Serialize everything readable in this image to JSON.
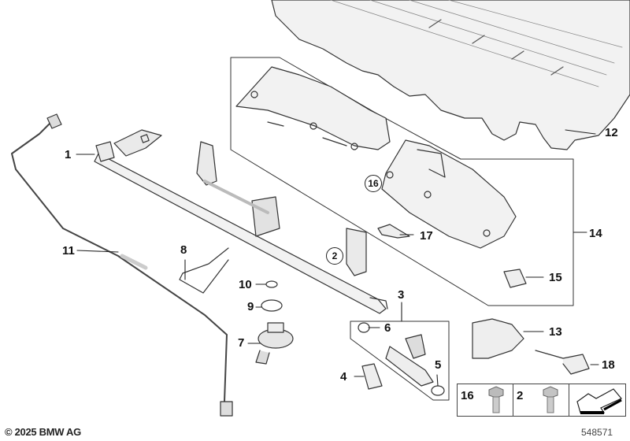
{
  "diagram": {
    "title": "Fuel injection rail / injector assembly exploded parts diagram",
    "callouts": [
      {
        "id": "1",
        "label": "1",
        "part": "fuel rail"
      },
      {
        "id": "2",
        "label": "2",
        "part": "screw",
        "circled": true
      },
      {
        "id": "3",
        "label": "3",
        "part": "injector set"
      },
      {
        "id": "4",
        "label": "4",
        "part": "clamp"
      },
      {
        "id": "5",
        "label": "5",
        "part": "o-ring lower"
      },
      {
        "id": "6",
        "label": "6",
        "part": "o-ring upper"
      },
      {
        "id": "7",
        "label": "7",
        "part": "pressure regulator"
      },
      {
        "id": "8",
        "label": "8",
        "part": "retaining clip"
      },
      {
        "id": "9",
        "label": "9",
        "part": "o-ring"
      },
      {
        "id": "10",
        "label": "10",
        "part": "o-ring small"
      },
      {
        "id": "11",
        "label": "11",
        "part": "vacuum line"
      },
      {
        "id": "12",
        "label": "12",
        "part": "engine cover"
      },
      {
        "id": "13",
        "label": "13",
        "part": "holder"
      },
      {
        "id": "14",
        "label": "14",
        "part": "injector cover set"
      },
      {
        "id": "15",
        "label": "15",
        "part": "clip"
      },
      {
        "id": "16",
        "label": "16",
        "part": "nut",
        "circled": true
      },
      {
        "id": "17",
        "label": "17",
        "part": "cable clip"
      },
      {
        "id": "18",
        "label": "18",
        "part": "connector"
      }
    ]
  },
  "legend": {
    "items": [
      {
        "label": "16",
        "icon": "hex-bolt-flange-icon"
      },
      {
        "label": "2",
        "icon": "hex-bolt-icon"
      },
      {
        "label": "",
        "icon": "arrow-symbol-icon"
      }
    ]
  },
  "footer": {
    "copyright": "© 2025 BMW AG",
    "doc_number": "548571"
  }
}
